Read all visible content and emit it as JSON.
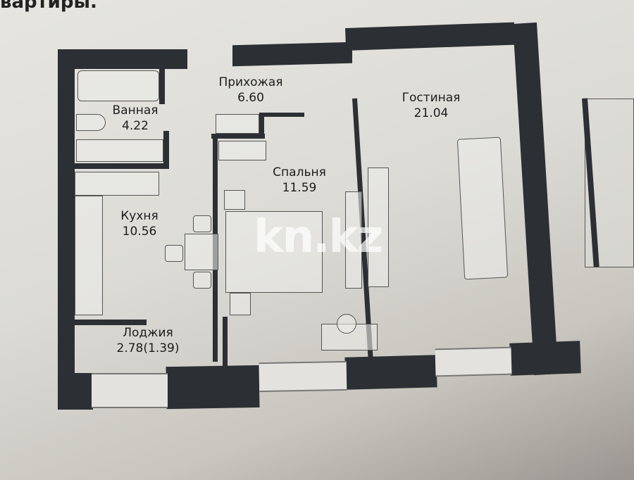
{
  "page": {
    "heading_fragment": "вартиры.",
    "watermark": "kn.kz"
  },
  "floor_plan": {
    "rooms": [
      {
        "id": "hallway",
        "name": "Прихожая",
        "area": "6.60"
      },
      {
        "id": "bathroom",
        "name": "Ванная",
        "area": "4.22"
      },
      {
        "id": "kitchen",
        "name": "Кухня",
        "area": "10.56"
      },
      {
        "id": "loggia",
        "name": "Лоджия",
        "area": "2.78(1.39)"
      },
      {
        "id": "bedroom",
        "name": "Спальня",
        "area": "11.59"
      },
      {
        "id": "living",
        "name": "Гостиная",
        "area": "21.04"
      }
    ]
  }
}
